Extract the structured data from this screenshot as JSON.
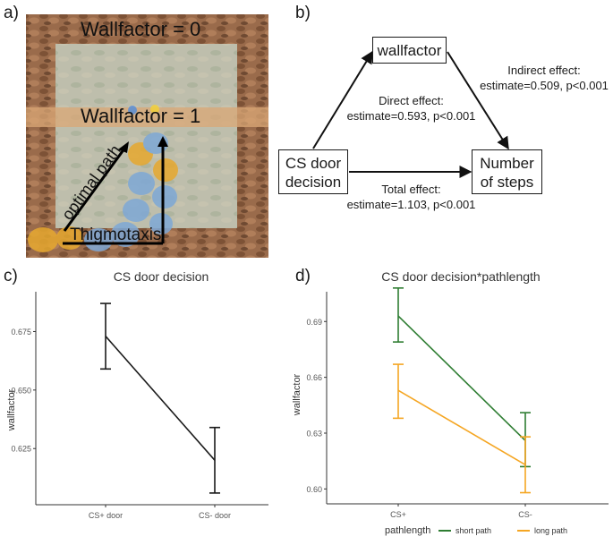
{
  "panel_a": {
    "label": "a)",
    "wallfactor_0": "Wallfactor = 0",
    "wallfactor_1": "Wallfactor = 1",
    "optimal_path": "optimal path",
    "thigmotaxis": "Thigmotaxis"
  },
  "panel_b": {
    "label": "b)",
    "node_wallfactor": "wallfactor",
    "node_cs_line1": "CS door",
    "node_cs_line2": "decision",
    "node_steps_line1": "Number",
    "node_steps_line2": "of steps",
    "direct_line1": "Direct effect:",
    "direct_line2": "estimate=0.593, p<0.001",
    "indirect_line1": "Indirect effect:",
    "indirect_line2": "estimate=0.509, p<0.001",
    "total_line1": "Total effect:",
    "total_line2": "estimate=1.103, p<0.001"
  },
  "panel_c": {
    "label": "c)"
  },
  "panel_d": {
    "label": "d)"
  },
  "chart_data": [
    {
      "type": "line",
      "title": "CS door decision",
      "xlabel": "",
      "ylabel": "wallfactor",
      "categories": [
        "CS+ door",
        "CS- door"
      ],
      "ylim": [
        0.601,
        0.692
      ],
      "yticks": [
        0.625,
        0.65,
        0.675
      ],
      "ytick_labels": [
        "0.625",
        "0.650",
        "0.675"
      ],
      "series": [
        {
          "values": [
            0.673,
            0.62
          ],
          "error_low": [
            0.659,
            0.606
          ],
          "error_high": [
            0.687,
            0.634
          ],
          "color": "#1a1a1a"
        }
      ],
      "grid": false
    },
    {
      "type": "line",
      "title": "CS door decision*pathlength",
      "xlabel": "",
      "ylabel": "wallfactor",
      "categories": [
        "CS+",
        "CS-"
      ],
      "ylim": [
        0.592,
        0.706
      ],
      "yticks": [
        0.6,
        0.63,
        0.66,
        0.69
      ],
      "ytick_labels": [
        "0.60",
        "0.63",
        "0.66",
        "0.69"
      ],
      "legend_title": "pathlength",
      "legend_position": "bottom",
      "series": [
        {
          "name": "short path",
          "values": [
            0.693,
            0.626
          ],
          "error_low": [
            0.679,
            0.612
          ],
          "error_high": [
            0.708,
            0.641
          ],
          "color": "#2e7d32"
        },
        {
          "name": "long path",
          "values": [
            0.653,
            0.613
          ],
          "error_low": [
            0.638,
            0.598
          ],
          "error_high": [
            0.667,
            0.628
          ],
          "color": "#f5a623"
        }
      ],
      "grid": false
    }
  ]
}
